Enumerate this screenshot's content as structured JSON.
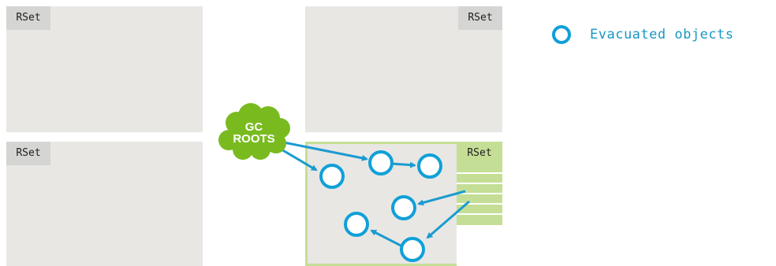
{
  "regions": {
    "top_left": {
      "rset_label": "RSet"
    },
    "top_right": {
      "rset_label": "RSet"
    },
    "bottom_left": {
      "rset_label": "RSet"
    },
    "bottom_right": {
      "rset_label": "RSet"
    }
  },
  "gc_roots": {
    "line1": "GC",
    "line2": "ROOTS"
  },
  "legend": {
    "label": "Evacuated objects",
    "icon": "circle-icon"
  },
  "colors": {
    "region_fill": "#e8e7e4",
    "rset_tab": "#d5d5d3",
    "active_rset": "#c4df95",
    "active_border": "#c4df95",
    "object_stroke": "#0fa0d8",
    "arrow": "#1a9bd0",
    "gc_roots_cloud": "#79bb1f",
    "legend_text": "#1897c5"
  }
}
